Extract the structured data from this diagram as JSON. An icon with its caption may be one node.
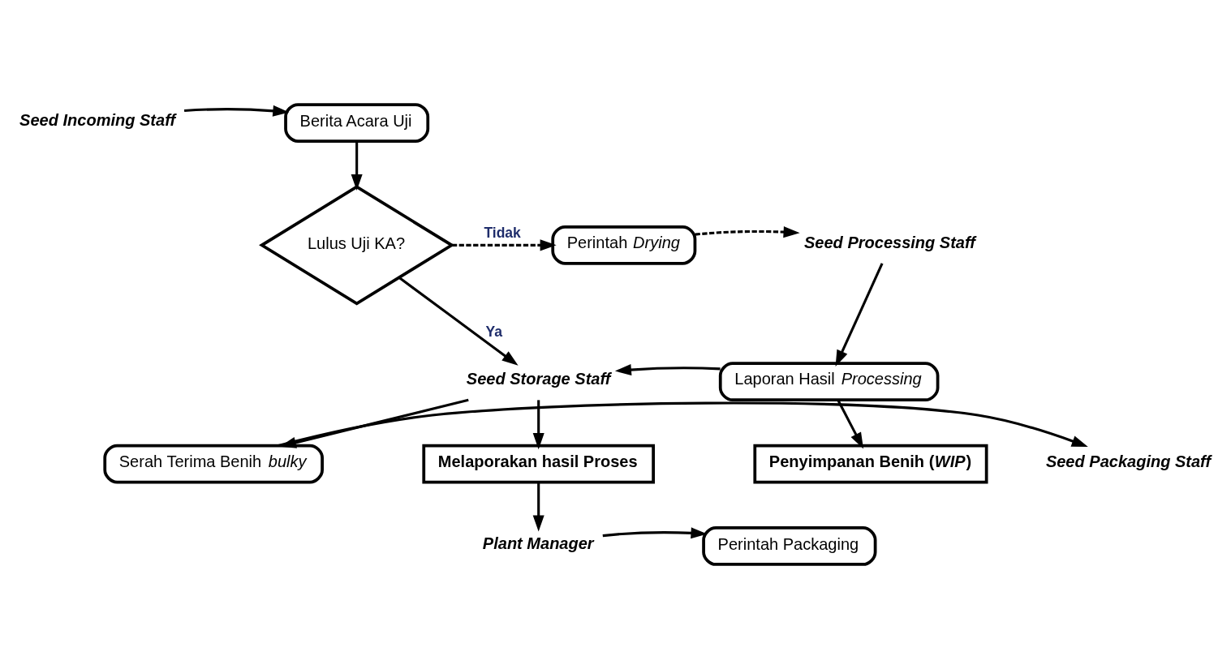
{
  "diagram": {
    "nodes": [
      {
        "text": [
          "Seed Incoming Staff"
        ]
      },
      {
        "text": [
          "Berita Acara Uji"
        ]
      },
      {
        "text": [
          "Lulus Uji KA?"
        ]
      },
      {
        "text": [
          "Perintah *Drying*"
        ]
      },
      {
        "text": [
          "Seed Processing Staff"
        ]
      },
      {
        "text": [
          "Laporan Hasil *Processing*"
        ]
      },
      {
        "text": [
          "Seed Storage Staff"
        ]
      },
      {
        "text": [
          "Serah Terima Benih *bulky*"
        ]
      },
      {
        "text": [
          "Seed Packaging Staff"
        ]
      },
      {
        "text": [
          "Melaporakan hasil Proses"
        ]
      },
      {
        "text": [
          "Penyimpanan Benih (*WIP*)"
        ]
      },
      {
        "text": [
          "Plant Manager"
        ]
      },
      {
        "text": [
          "Perintah Packaging"
        ]
      }
    ],
    "edges": [
      {
        "from": 0,
        "to": 1,
        "arrow": "to"
      },
      {
        "from": 1,
        "to": 2,
        "arrow": "to"
      },
      {
        "from": 2,
        "to": 3,
        "arrow": "to",
        "label": "Tidak",
        "style": "dashed"
      },
      {
        "from": 3,
        "to": 4,
        "arrow": "to",
        "style": "dashed"
      },
      {
        "from": 4,
        "to": 5,
        "arrow": "to"
      },
      {
        "from": 2,
        "to": 6,
        "arrow": "to",
        "label": "Ya"
      },
      {
        "from": 5,
        "to": 6,
        "arrow": "to"
      },
      {
        "from": 5,
        "to": 10,
        "arrow": "to"
      },
      {
        "from": 6,
        "to": 7,
        "arrow": "to"
      },
      {
        "from": 7,
        "to": 8,
        "arrow": "to"
      },
      {
        "from": 6,
        "to": 9,
        "arrow": "to"
      },
      {
        "from": 9,
        "to": 11,
        "arrow": "to"
      },
      {
        "from": 11,
        "to": 12,
        "arrow": "to"
      }
    ]
  }
}
